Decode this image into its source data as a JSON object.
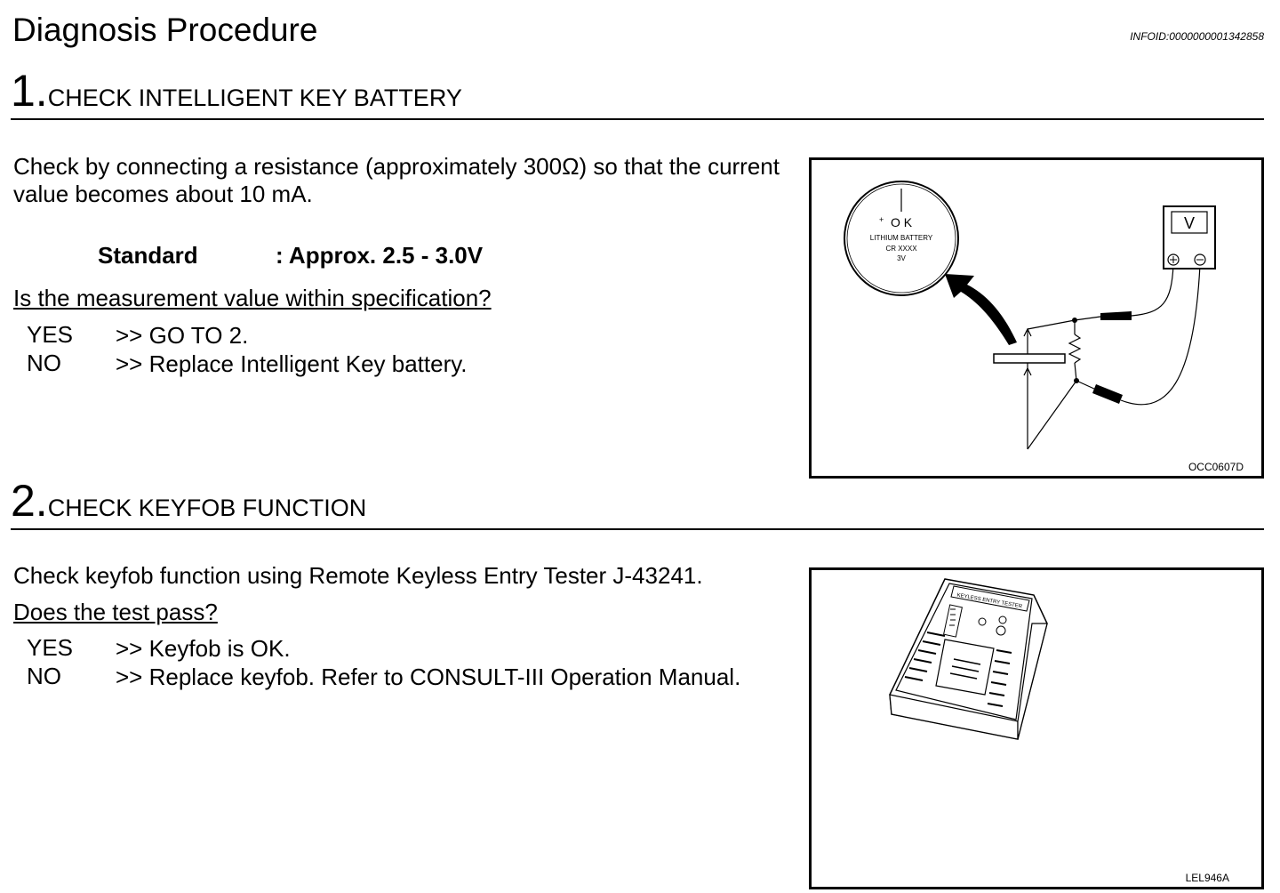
{
  "header": {
    "title": "Diagnosis Procedure",
    "info_id": "INFOID:0000000001342858"
  },
  "step1": {
    "number": "1.",
    "title": "CHECK INTELLIGENT KEY BATTERY",
    "instruction": "Check by connecting a resistance (approximately 300Ω) so that the current value becomes about 10 mA.",
    "standard_label": "Standard",
    "standard_value": ": Approx. 2.5 - 3.0V",
    "question": "Is the measurement value within specification?",
    "yes_key": "YES",
    "yes_text": ">> GO TO 2.",
    "no_key": "NO",
    "no_text": ">> Replace Intelligent Key battery.",
    "figure": {
      "id": "OCC0607D",
      "battery_label_ok": "O K",
      "battery_label_type": "LITHIUM BATTERY",
      "battery_label_model": "CR XXXX",
      "battery_label_volt": "3V",
      "meter_label": "V"
    }
  },
  "step2": {
    "number": "2.",
    "title": "CHECK KEYFOB FUNCTION",
    "instruction": "Check keyfob function using Remote Keyless Entry Tester J-43241.",
    "question": "Does the test pass?",
    "yes_key": "YES",
    "yes_text": ">> Keyfob is OK.",
    "no_key": "NO",
    "no_text": ">> Replace keyfob. Refer to CONSULT-III Operation Manual.",
    "figure": {
      "id": "LEL946A",
      "device_label": "KEYLESS ENTRY TESTER"
    }
  }
}
